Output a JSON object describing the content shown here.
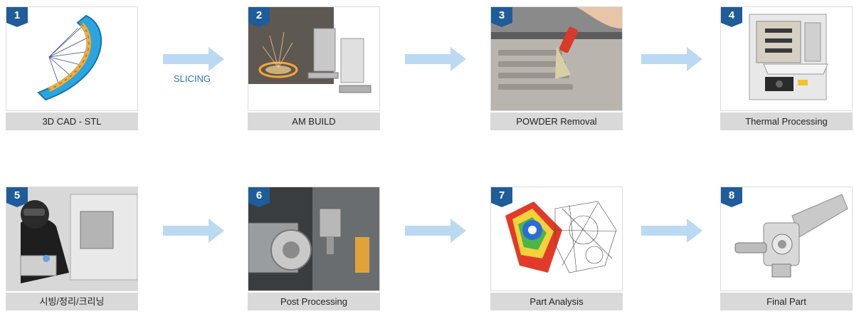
{
  "steps": [
    {
      "number": "1",
      "label": "3D CAD - STL"
    },
    {
      "number": "2",
      "label": "AM BUILD"
    },
    {
      "number": "3",
      "label": "POWDER Removal"
    },
    {
      "number": "4",
      "label": "Thermal Processing"
    },
    {
      "number": "5",
      "label": "시빙/정리/크리닝"
    },
    {
      "number": "6",
      "label": "Post Processing"
    },
    {
      "number": "7",
      "label": "Part Analysis"
    },
    {
      "number": "8",
      "label": "Final Part"
    }
  ],
  "arrow_label": "SLICING",
  "colors": {
    "badge": "#1f5c99",
    "arrow": "#bcd9f2",
    "label_bg": "#d9d9d9",
    "arrow_text": "#2e75b6"
  },
  "icons": [
    "cad-model-icon",
    "am-build-icon",
    "powder-removal-icon",
    "furnace-icon",
    "welder-icon",
    "cnc-machine-icon",
    "stress-analysis-icon",
    "final-part-icon"
  ]
}
